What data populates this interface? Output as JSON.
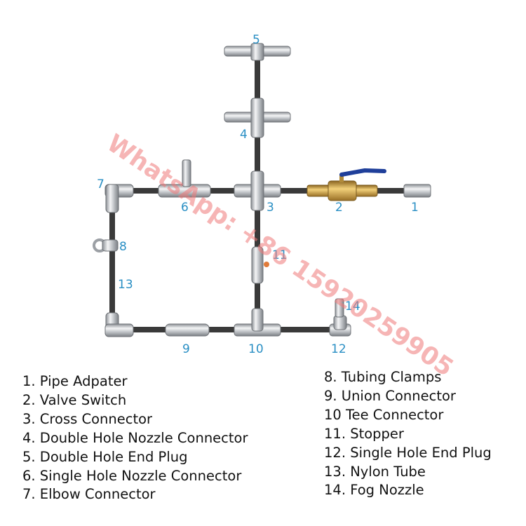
{
  "callouts": {
    "c1": "1",
    "c2": "2",
    "c3": "3",
    "c4": "4",
    "c5": "5",
    "c6": "6",
    "c7": "7",
    "c8": "8",
    "c9": "9",
    "c10": "10",
    "c11": "11",
    "c12": "12",
    "c13": "13",
    "c14": "14"
  },
  "legend_left": [
    "1. Pipe Adpater",
    "2. Valve Switch",
    "3. Cross Connector",
    "4. Double Hole Nozzle Connector",
    "5. Double Hole End Plug",
    "6. Single Hole Nozzle Connector",
    "7. Elbow Connector"
  ],
  "legend_right": [
    "8. Tubing Clamps",
    "9. Union Connector",
    "10 Tee Connector",
    "11. Stopper",
    "12. Single Hole End Plug",
    "13. Nylon Tube",
    "14. Fog Nozzle"
  ],
  "watermark": "WhatsApp: +86 15920259905",
  "colors": {
    "callout": "#2a8fc4",
    "tube": "#3a3a3a",
    "metal": "#c9ccd0",
    "brass": "#c89a3a",
    "valve_handle": "#1f3f9a",
    "watermark": "#f07a7a"
  }
}
